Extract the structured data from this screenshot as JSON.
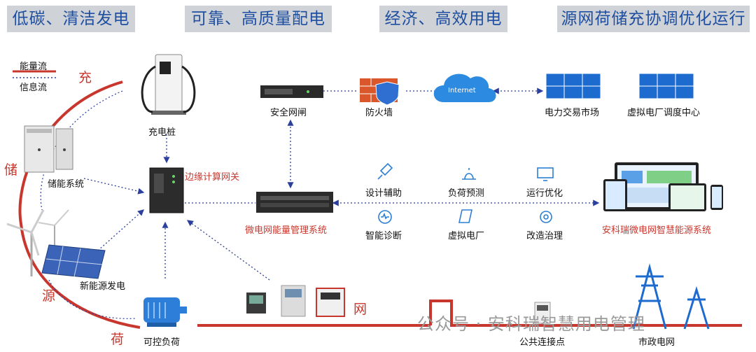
{
  "headers": [
    "低碳、清洁发电",
    "可靠、高质量配电",
    "经济、高效用电",
    "源网荷储充协调优化运行"
  ],
  "legend": {
    "energy_flow": "能量流",
    "info_flow": "信息流"
  },
  "arc_labels": {
    "chong": "充",
    "chu": "储",
    "yuan": "源",
    "he": "荷",
    "wang": "网"
  },
  "devices": {
    "charging_pile": "充电桩",
    "storage_system": "储能系统",
    "renewable": "新能源发电",
    "controllable_load": "可控负荷",
    "edge_gateway": "边缘计算网关",
    "security_gateway": "安全网闸",
    "firewall": "防火墙",
    "internet": "Internet",
    "power_market": "电力交易市场",
    "vpp_center": "虚拟电厂调度中心",
    "ems": "微电网能量管理系统",
    "acrel_system": "安科瑞微电网智慧能源系统",
    "pcc": "公共连接点",
    "grid": "市政电网"
  },
  "functions": [
    "设计辅助",
    "负荷预测",
    "运行优化",
    "智能诊断",
    "虚拟电厂",
    "改造治理"
  ],
  "watermark": "公众号 · 安科瑞智慧用电管理",
  "colors": {
    "header_bg": "#cfd2d6",
    "header_text": "#1e4fa0",
    "energy": "#c8372d",
    "info": "#2b3f9e"
  }
}
